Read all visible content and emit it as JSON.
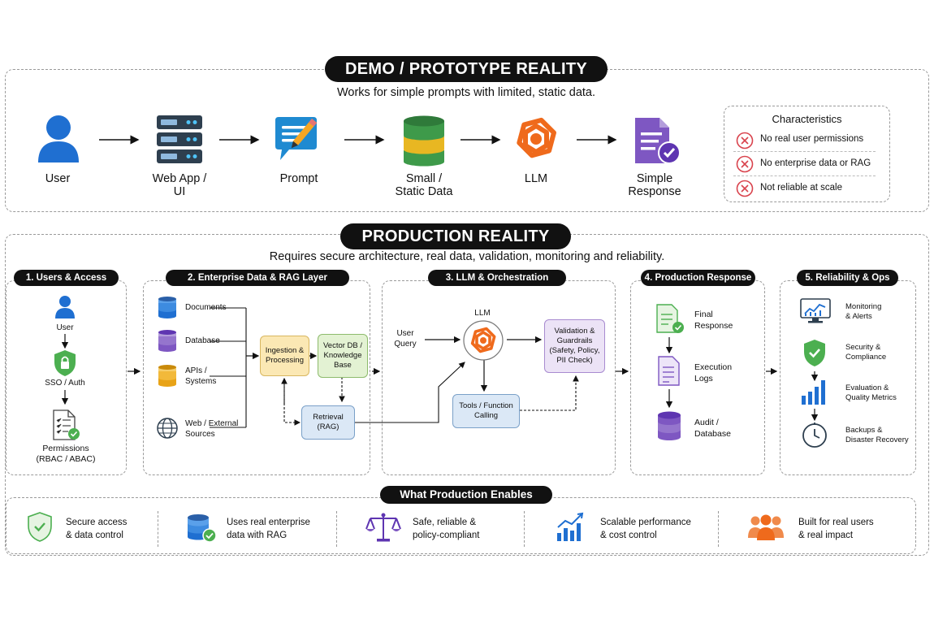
{
  "demo": {
    "title": "DEMO / PROTOTYPE REALITY",
    "subtitle": "Works for simple prompts with limited, static data.",
    "steps": [
      {
        "label": "User",
        "icon": "user-icon"
      },
      {
        "label": "Web App /\nUI",
        "icon": "server-icon"
      },
      {
        "label": "Prompt",
        "icon": "prompt-chat-icon"
      },
      {
        "label": "Small /\nStatic Data",
        "icon": "database-icon"
      },
      {
        "label": "LLM",
        "icon": "llm-logo-icon"
      },
      {
        "label": "Simple\nResponse",
        "icon": "document-check-icon"
      }
    ],
    "characteristics": {
      "title": "Characteristics",
      "items": [
        "No real user permissions",
        "No enterprise data or RAG",
        "Not reliable at scale"
      ]
    }
  },
  "production": {
    "title": "PRODUCTION REALITY",
    "subtitle": "Requires secure architecture, real data, validation, monitoring and reliability.",
    "sections": {
      "users": {
        "title": "1. Users & Access",
        "user": "User",
        "sso": "SSO / Auth",
        "permissions": "Permissions\n(RBAC / ABAC)"
      },
      "data": {
        "title": "2. Enterprise Data & RAG Layer",
        "sources": [
          "Documents",
          "Database",
          "APIs /\nSystems",
          "Web / External\nSources"
        ],
        "ingestion": "Ingestion &\nProcessing",
        "vectordb": "Vector DB /\nKnowledge\nBase",
        "retrieval": "Retrieval\n(RAG)"
      },
      "llm": {
        "title": "3. LLM & Orchestration",
        "user_query": "User\nQuery",
        "llm": "LLM",
        "validation": "Validation &\nGuardrails\n(Safety, Policy,\nPII Check)",
        "tools": "Tools / Function\nCalling"
      },
      "response": {
        "title": "4. Production Response",
        "items": [
          "Final\nResponse",
          "Execution\nLogs",
          "Audit /\nDatabase"
        ]
      },
      "ops": {
        "title": "5. Reliability & Ops",
        "items": [
          "Monitoring\n& Alerts",
          "Security &\nCompliance",
          "Evaluation &\nQuality Metrics",
          "Backups &\nDisaster Recovery"
        ]
      }
    }
  },
  "enables": {
    "title": "What Production Enables",
    "items": [
      "Secure access\n& data control",
      "Uses real enterprise\ndata with RAG",
      "Safe, reliable &\npolicy-compliant",
      "Scalable performance\n& cost control",
      "Built for real users\n& real impact"
    ]
  },
  "colors": {
    "user_blue": "#1f6fd1",
    "server_dark": "#2e3f4f",
    "prompt_blue": "#1f8ad1",
    "data_green": "#3e9a4a",
    "data_yellow": "#e8b722",
    "llm_orange": "#ef6a1c",
    "purple": "#7e57c2",
    "shield_green": "#4caf50",
    "ingestion_fill": "#fbe8b4",
    "vector_fill": "#e3f2d3",
    "retrieval_fill": "#dbe8f6",
    "validation_fill": "#ece3f6",
    "tools_fill": "#dbe8f6",
    "x_red": "#d9434d"
  }
}
